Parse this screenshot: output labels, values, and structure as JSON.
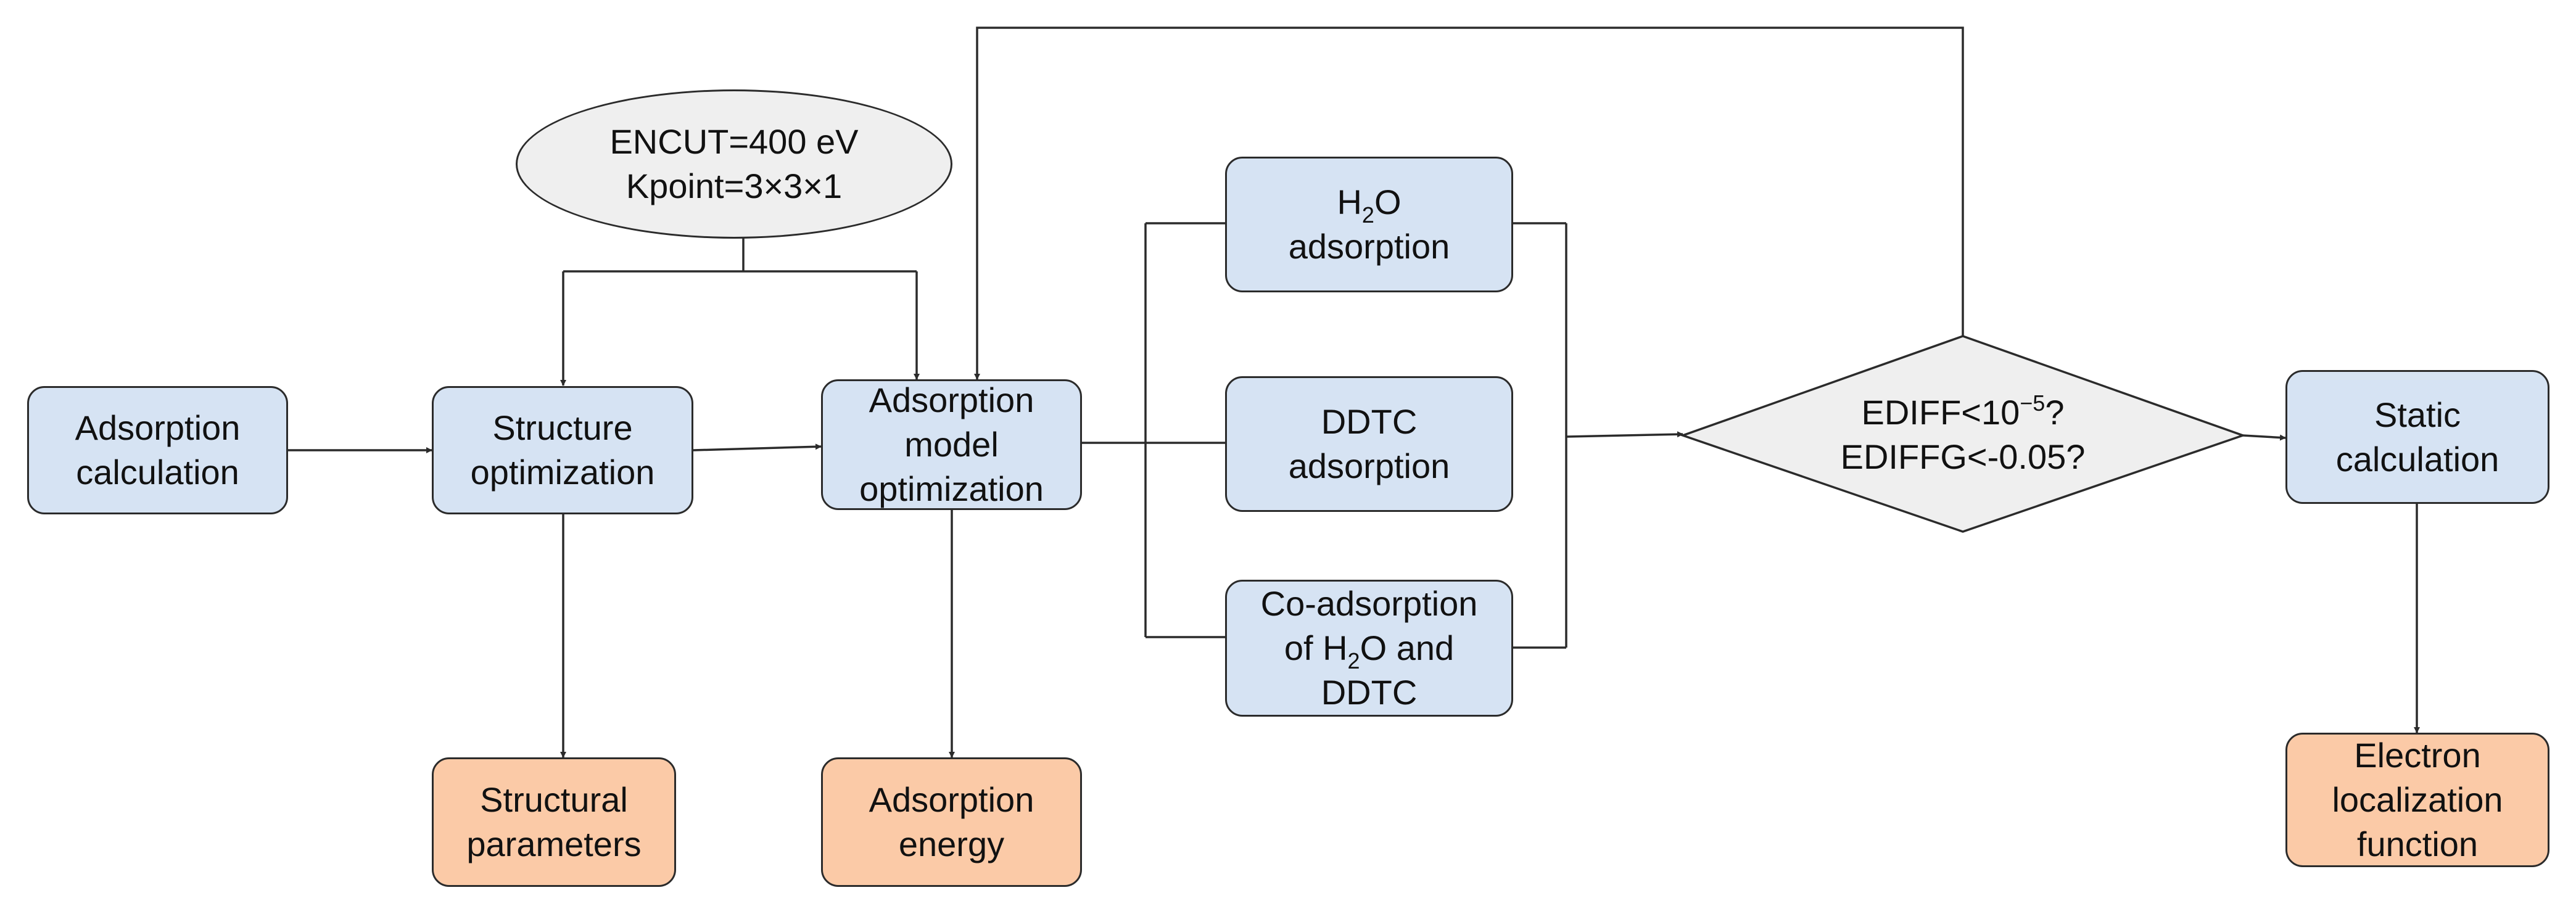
{
  "nodes": {
    "adsorption_calculation": [
      "Adsorption",
      "calculation"
    ],
    "structure_optimization": [
      "Structure",
      "optimization"
    ],
    "adsorption_model_optimization": [
      "Adsorption",
      "model",
      "optimization"
    ],
    "h2o_adsorption": {
      "h": "H",
      "sub": "2",
      "o": "O",
      "line2": "adsorption"
    },
    "ddtc_adsorption": [
      "DDTC",
      "adsorption"
    ],
    "co_adsorption": {
      "line1": "Co-adsorption",
      "pre": "of H",
      "sub": "2",
      "post": "O and",
      "line3": "DDTC"
    },
    "static_calculation": [
      "Static",
      "calculation"
    ],
    "structural_parameters": [
      "Structural",
      "parameters"
    ],
    "adsorption_energy": [
      "Adsorption",
      "energy"
    ],
    "electron_localization_function": [
      "Electron",
      "localization",
      "function"
    ]
  },
  "parameters": [
    "ENCUT=400 eV",
    "Kpoint=3×3×1"
  ],
  "decision": {
    "pre": "EDIFF<10",
    "sup": "−5",
    "post": "?",
    "line2": "EDIFFG<-0.05?"
  },
  "colors": {
    "process_fill": "#d6e3f3",
    "output_fill": "#fbcaa7",
    "param_fill": "#efefef",
    "decision_fill": "#efefef",
    "stroke": "#2b2b2b"
  }
}
